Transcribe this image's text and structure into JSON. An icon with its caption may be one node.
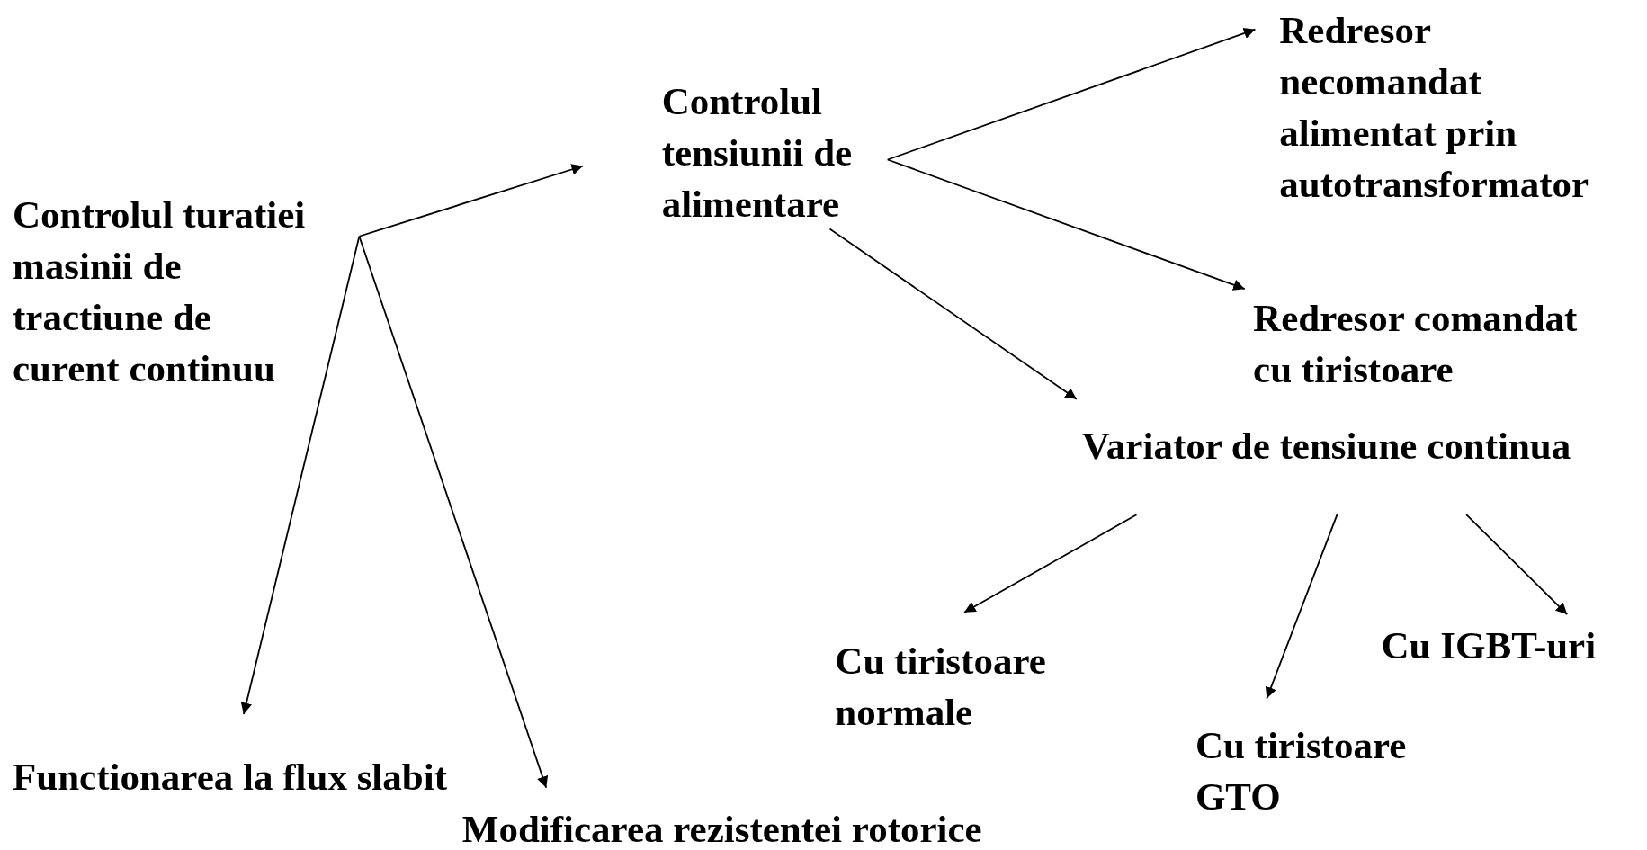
{
  "diagram": {
    "nodes": [
      {
        "text": [
          "Controlul turatiei masinii de tractiune de curent continuu"
        ]
      },
      {
        "text": [
          "Controlul tensiunii de alimentare"
        ]
      },
      {
        "text": [
          "Redresor necomandat alimentat prin autotransformator"
        ]
      },
      {
        "text": [
          "Redresor comandat cu tiristoare"
        ]
      },
      {
        "text": [
          "Variator de tensiune continua"
        ]
      },
      {
        "text": [
          "Functionarea la flux slabit"
        ]
      },
      {
        "text": [
          "Modificarea rezistentei rotorice"
        ]
      },
      {
        "text": [
          "Cu tiristoare normale"
        ]
      },
      {
        "text": [
          "Cu tiristoare GTO"
        ]
      },
      {
        "text": [
          "Cu IGBT-uri"
        ]
      }
    ],
    "edges": [
      {
        "from": 0,
        "to": 1,
        "arrow": "to"
      },
      {
        "from": 0,
        "to": 5,
        "arrow": "to"
      },
      {
        "from": 0,
        "to": 6,
        "arrow": "to"
      },
      {
        "from": 1,
        "to": 2,
        "arrow": "to"
      },
      {
        "from": 1,
        "to": 3,
        "arrow": "to"
      },
      {
        "from": 1,
        "to": 4,
        "arrow": "to"
      },
      {
        "from": 4,
        "to": 7,
        "arrow": "to"
      },
      {
        "from": 4,
        "to": 8,
        "arrow": "to"
      },
      {
        "from": 4,
        "to": 9,
        "arrow": "to"
      }
    ]
  }
}
